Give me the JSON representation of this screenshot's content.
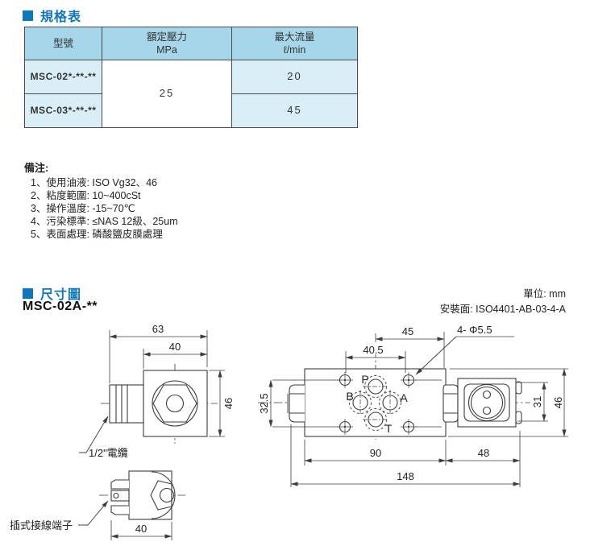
{
  "colors": {
    "accent_blue": "#0e76bc",
    "table_header_bg": "#a6d6e9",
    "table_cell_bg": "#daeef7",
    "table_border": "#4a4a4a",
    "line": "#3d3d3d"
  },
  "spec_section": {
    "title": "規格表",
    "table": {
      "col_model_header": "型號",
      "col_pressure_header_line1": "額定壓力",
      "col_pressure_header_line2": "MPa",
      "col_flow_header_line1": "最大流量",
      "col_flow_header_line2": "ℓ/min",
      "pressure_merged_value": "25",
      "rows": [
        {
          "model": "MSC-02*-**-**",
          "flow": "20"
        },
        {
          "model": "MSC-03*-**-**",
          "flow": "45"
        }
      ]
    }
  },
  "notes": {
    "title": "備注:",
    "items": [
      "1、使用油液: ISO Vg32、46",
      "2、粘度範圍: 10~400cSt",
      "3、操作溫度: -15~70℃",
      "4、污染標準: ≤NAS 12級、25um",
      "5、表面處理: 磷酸鹽皮膜處理"
    ]
  },
  "dimension_section": {
    "title": "尺寸圖",
    "model": "MSC-02A-**",
    "unit_label": "單位: mm",
    "mount_label": "安裝面: ISO4401-AB-03-4-A",
    "front_view": {
      "dim_outer_width": "63",
      "dim_body_width": "40",
      "dim_height": "46",
      "cable_label": "1/2\"電纜"
    },
    "plug_view": {
      "dim_width": "40",
      "terminal_label": "插式接線端子"
    },
    "top_view": {
      "dim_p_to_edge": "45",
      "dim_hole_span_h": "40.5",
      "dim_hole_span_v": "32.5",
      "dim_body_width": "90",
      "dim_connector_width": "48",
      "dim_total_width": "148",
      "dim_connector_height": "31",
      "dim_body_height": "46",
      "holes_label": "4- Φ5.5",
      "port_p": "P",
      "port_b": "B",
      "port_a": "A",
      "port_t": "T"
    }
  }
}
